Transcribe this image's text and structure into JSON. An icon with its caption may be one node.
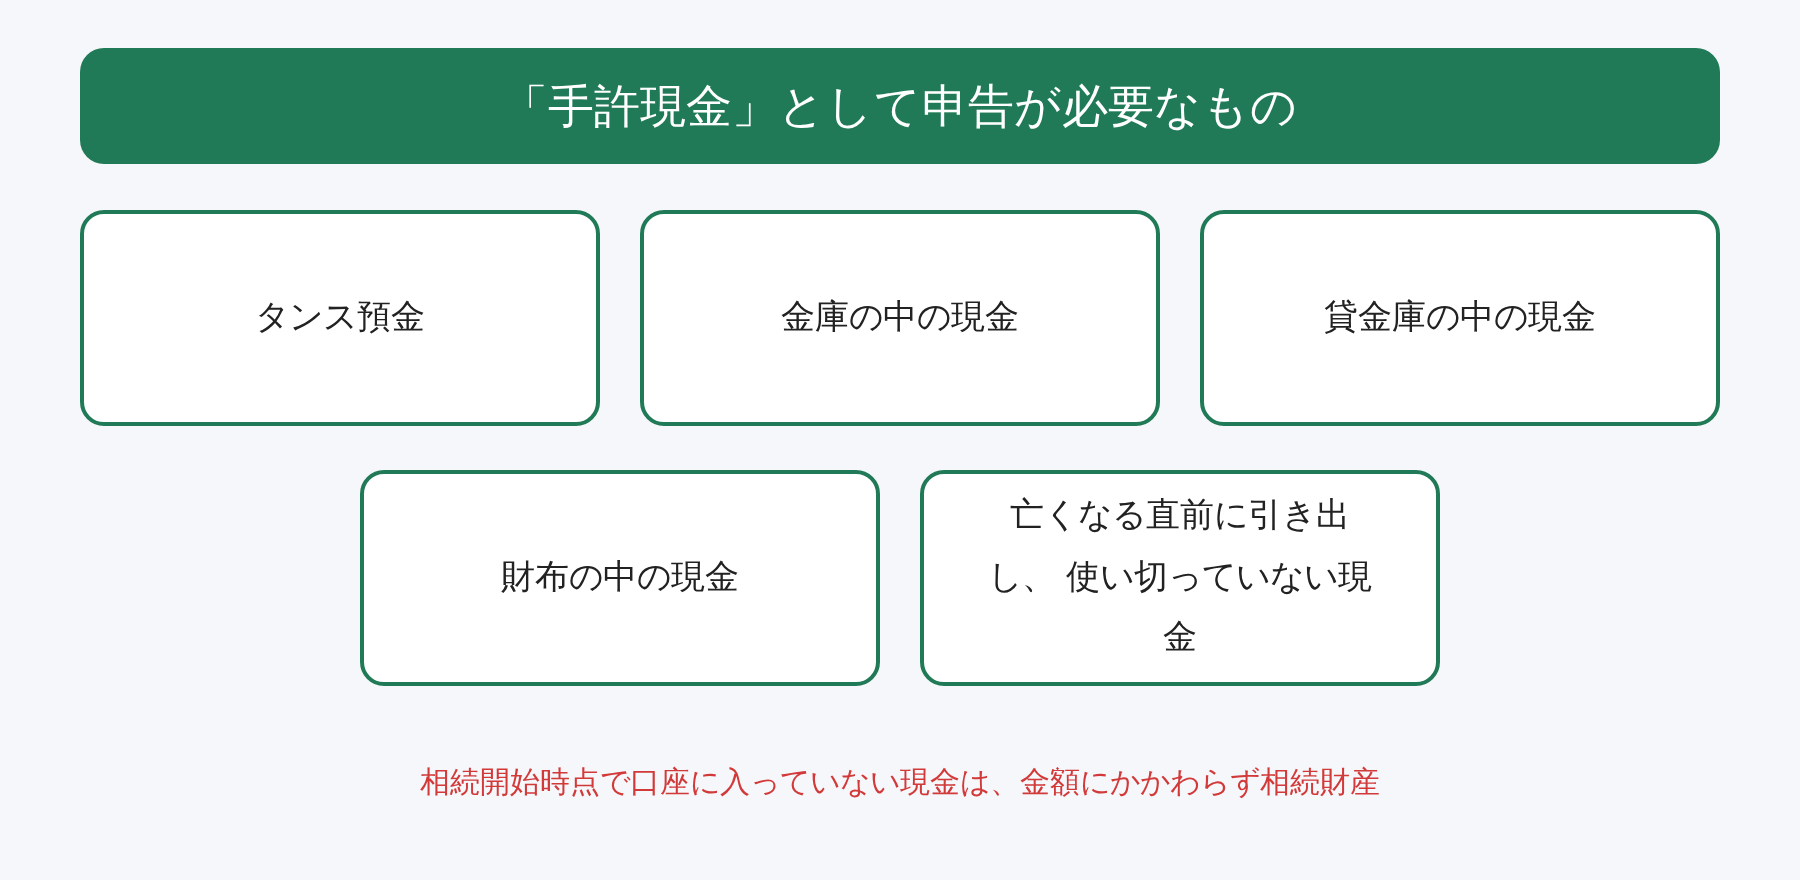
{
  "diagram": {
    "title": "「手許現金」として申告が必要なもの",
    "nodes": [
      {
        "text": [
          "タンス預金"
        ]
      },
      {
        "text": [
          "金庫の中の現金"
        ]
      },
      {
        "text": [
          "貸金庫の中の現金"
        ]
      },
      {
        "text": [
          "財布の中の現金"
        ]
      },
      {
        "text": [
          "亡くなる直前に引き出し、 使い切っていない現金"
        ]
      }
    ],
    "labels": [
      "相続開始時点で口座に入っていない現金は、金額にかかわらず相続財産"
    ]
  }
}
